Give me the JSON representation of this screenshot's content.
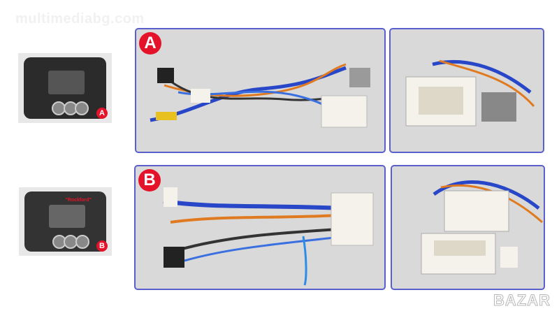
{
  "watermark": "multimediabg.com",
  "footer_watermark": "BAZAR",
  "variants": [
    {
      "label": "A",
      "thumbnail_label": "A"
    },
    {
      "label": "B",
      "thumbnail_label": "B",
      "thumbnail_tag": "\"Rockford\""
    }
  ],
  "colors": {
    "border": "#5b5fcc",
    "badge": "#e5132a"
  }
}
